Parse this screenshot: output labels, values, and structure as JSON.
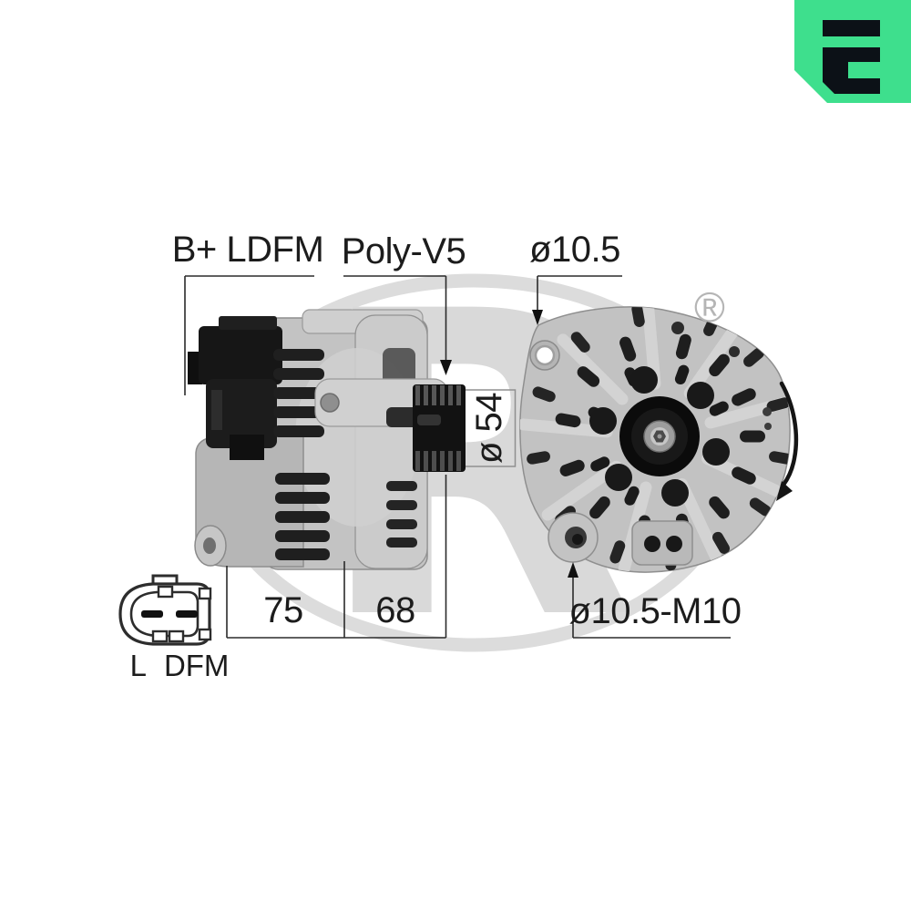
{
  "brand": {
    "logo_icon": "era-e-mark",
    "logo_background_color": "#3EDF8D",
    "logo_glyph_color": "#0C1117",
    "registered_symbol": "®"
  },
  "watermark": {
    "letter": "R"
  },
  "annotations": {
    "terminal_label": "B+ LDFM",
    "belt_label": "Poly-V5",
    "top_mount_hole": "ø10.5",
    "pulley_diameter": "ø 54",
    "dimension_left": "75",
    "dimension_right": "68",
    "bottom_mount_hole": "ø10.5-M10",
    "connector_pins": {
      "left": "L",
      "right": "DFM"
    }
  },
  "colors": {
    "annotation_text": "#1C1C1C",
    "dimension_line": "#2B2B2B",
    "watermark_gray": "#D9D9D9",
    "background": "#FFFFFF"
  }
}
